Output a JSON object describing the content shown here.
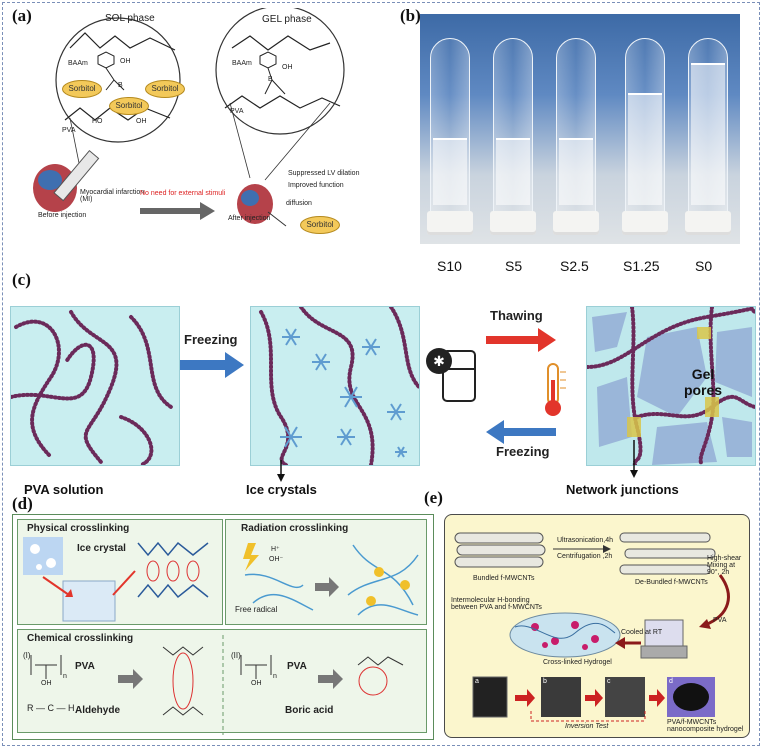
{
  "labels": {
    "a": "(a)",
    "b": "(b)",
    "c": "(c)",
    "d": "(d)",
    "e": "(e)"
  },
  "panel_a": {
    "sol_phase": "SOL phase",
    "gel_phase": "GEL phase",
    "baam": "BAAm",
    "baam2": "BAAm",
    "oh": "OH",
    "oh2": "OH",
    "b": "B",
    "b2": "B",
    "sorbitol": "Sorbitol",
    "pva": "PVA",
    "pva2": "PVA",
    "ho": "HO",
    "oh3": "OH",
    "myocardial": "Myocardial infarction (MI)",
    "before": "Before injection",
    "no_stimuli": "No need for external stimuli",
    "after": "After injection",
    "suppressed": "Suppressed LV dilation",
    "improved": "Improved function",
    "diffusion": "diffusion"
  },
  "panel_b": {
    "tubes": [
      "S10",
      "S5",
      "S2.5",
      "S1.25",
      "S0"
    ]
  },
  "panel_c": {
    "freezing1": "Freezing",
    "thawing": "Thawing",
    "freezing2": "Freezing",
    "gel_pores": "Gel pores",
    "pva_solution": "PVA solution",
    "ice_crystals": "Ice crystals",
    "network_junctions": "Network junctions"
  },
  "panel_d": {
    "physical": "Physical crosslinking",
    "ice_crystal": "Ice crystal",
    "radiation": "Radiation crosslinking",
    "h_plus": "H⁺",
    "oh_minus": "OH⁻",
    "free_radical": "Free radical",
    "chemical": "Chemical crosslinking",
    "i": "(I)",
    "ii": "(II)",
    "pva1": "PVA",
    "pva2": "PVA",
    "aldehyde": "Aldehyde",
    "boric_acid": "Boric acid",
    "aldehyde_formula": "R — C — H",
    "n1": "n",
    "n2": "n",
    "oh_d1": "OH",
    "oh_d2": "OH"
  },
  "panel_e": {
    "ultrasonication": "Ultrasonication,4h",
    "centrifugation": "Centrifugation ,2h",
    "bundled": "Bundled f-MWCNTs",
    "debundled": "De-Bundled f-MWCNTs",
    "high_shear": "High-shear Mixing at 90°, 2h",
    "pva": "PVA",
    "hbond": "Intermolecular H-bonding between PVA and f-MWCNTs",
    "cooled": "Cooled at RT",
    "crosslinked": "Cross-linked Hydrogel",
    "inversion": "Inversion Test",
    "nanocomposite": "PVA/f-MWCNTs nanocomposite hydrogel",
    "photo_a": "a",
    "photo_b": "b",
    "photo_c": "c",
    "photo_d": "d"
  },
  "colors": {
    "red_arrow": "#e2352b",
    "blue_arrow": "#3d78c2",
    "chain": "#6b2a5a",
    "ice": "#6fa9d6",
    "junction": "#c8b43a"
  }
}
